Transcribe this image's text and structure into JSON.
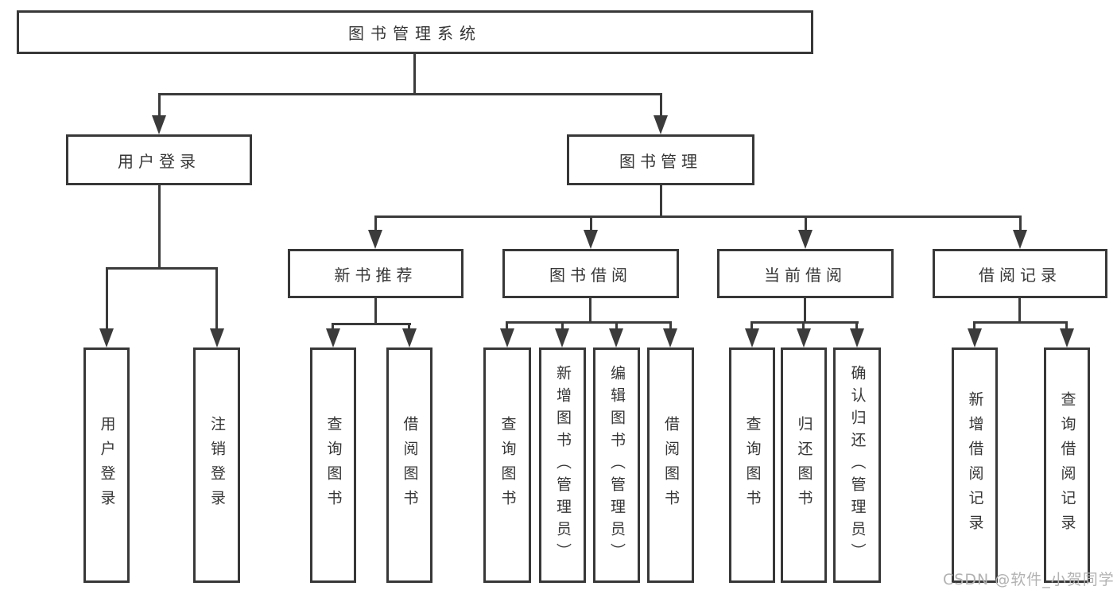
{
  "nodes": {
    "root": {
      "label": "图书管理系统"
    },
    "level2": [
      {
        "label": "用户登录"
      },
      {
        "label": "图书管理"
      }
    ],
    "level3": [
      {
        "label": "新书推荐"
      },
      {
        "label": "图书借阅"
      },
      {
        "label": "当前借阅"
      },
      {
        "label": "借阅记录"
      }
    ],
    "leaves": [
      {
        "label": "用户登录"
      },
      {
        "label": "注销登录"
      },
      {
        "label": "查询图书"
      },
      {
        "label": "借阅图书"
      },
      {
        "label": "查询图书"
      },
      {
        "label": "新增图书（管理员）"
      },
      {
        "label": "编辑图书（管理员）"
      },
      {
        "label": "借阅图书"
      },
      {
        "label": "查询图书"
      },
      {
        "label": "归还图书"
      },
      {
        "label": "确认归还（管理员）"
      },
      {
        "label": "新增借阅记录"
      },
      {
        "label": "查询借阅记录"
      }
    ]
  },
  "watermark": {
    "text": "CSDN @软件_小贺同学"
  },
  "colors": {
    "background": "#ffffff",
    "line": "#3b3b3b",
    "box_border": "#383838",
    "text": "#363636",
    "watermark": "#b2b2b2"
  }
}
